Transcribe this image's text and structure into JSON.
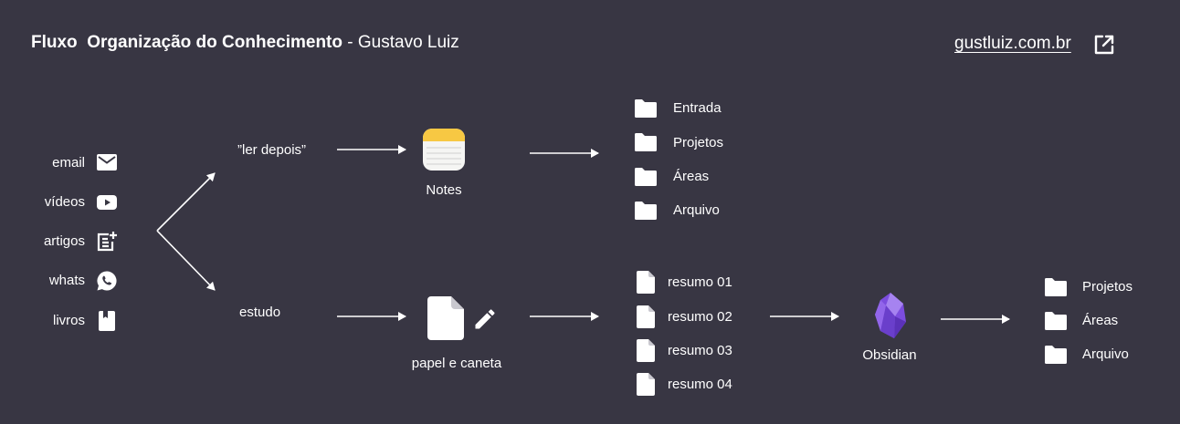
{
  "header": {
    "title_bold": "Fluxo  Organização do Conhecimento",
    "title_sep": " - ",
    "title_author": "Gustavo Luiz",
    "link_text": "gustluiz.com.br",
    "link_icon": "external-link-icon"
  },
  "sources": [
    {
      "label": "email",
      "icon": "mail-icon"
    },
    {
      "label": "vídeos",
      "icon": "youtube-icon"
    },
    {
      "label": "artigos",
      "icon": "article-add-icon"
    },
    {
      "label": "whats",
      "icon": "whatsapp-icon"
    },
    {
      "label": "livros",
      "icon": "book-icon"
    }
  ],
  "branches": {
    "top": "”ler depois”",
    "bottom": "estudo"
  },
  "tools": {
    "notes": {
      "label": "Notes",
      "icon": "notes-app-icon"
    },
    "paper": {
      "label": "papel e caneta",
      "icon": "document-pencil-icon"
    },
    "obsidian": {
      "label": "Obsidian",
      "icon": "obsidian-icon"
    }
  },
  "notes_folders": [
    "Entrada",
    "Projetos",
    "Áreas",
    "Arquivo"
  ],
  "summaries": [
    "resumo 01",
    "resumo 02",
    "resumo 03",
    "resumo 04"
  ],
  "obsidian_folders": [
    "Projetos",
    "Áreas",
    "Arquivo"
  ],
  "colors": {
    "background": "#383643",
    "foreground": "#ffffff",
    "notes_yellow": "#f7c843",
    "obsidian_purple": "#7c4dde"
  }
}
